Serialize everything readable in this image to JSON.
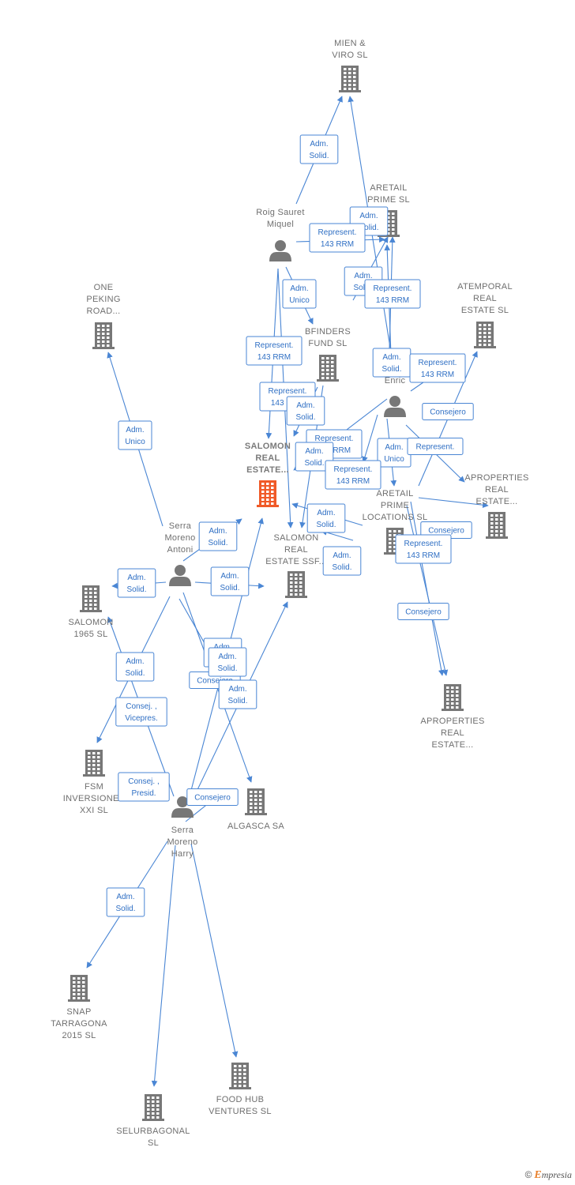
{
  "nodes": [
    {
      "id": "mien",
      "type": "company",
      "lines": [
        "MIEN &",
        "VIRO  SL"
      ]
    },
    {
      "id": "aretail_prime",
      "type": "company",
      "lines": [
        "ARETAIL",
        "PRIME  SL"
      ]
    },
    {
      "id": "roig",
      "type": "person",
      "lines": [
        "Roig Sauret",
        "Miquel"
      ]
    },
    {
      "id": "one_peking",
      "type": "company",
      "lines": [
        "ONE",
        "PEKING",
        "ROAD..."
      ]
    },
    {
      "id": "atemporal",
      "type": "company",
      "lines": [
        "ATEMPORAL",
        "REAL",
        "ESTATE  SL"
      ]
    },
    {
      "id": "bfinders",
      "type": "company",
      "lines": [
        "BFINDERS",
        "FUND  SL"
      ]
    },
    {
      "id": "enric",
      "type": "person",
      "lines": [
        "Enric"
      ]
    },
    {
      "id": "salomon_focus",
      "type": "focus",
      "lines": [
        "SALOMON",
        "REAL",
        "ESTATE..."
      ]
    },
    {
      "id": "aproperties1",
      "type": "company",
      "lines": [
        "APROPERTIES",
        "REAL",
        "ESTATE..."
      ]
    },
    {
      "id": "aretail_locations",
      "type": "company",
      "lines": [
        "ARETAIL",
        "PRIME",
        "LOCATIONS  SL"
      ]
    },
    {
      "id": "serra_antoni",
      "type": "person",
      "lines": [
        "Serra",
        "Moreno",
        "Antoni"
      ]
    },
    {
      "id": "salomon_ssf",
      "type": "company",
      "lines": [
        "SALOMON",
        "REAL",
        "ESTATE SSF..."
      ]
    },
    {
      "id": "salomon1965",
      "type": "company",
      "lines": [
        "SALOMON",
        "1965  SL"
      ]
    },
    {
      "id": "aproperties2",
      "type": "company",
      "lines": [
        "APROPERTIES",
        "REAL",
        "ESTATE..."
      ]
    },
    {
      "id": "fsm",
      "type": "company",
      "lines": [
        "FSM",
        "INVERSIONES",
        "XXI  SL"
      ]
    },
    {
      "id": "algasca",
      "type": "company",
      "lines": [
        "ALGASCA SA"
      ]
    },
    {
      "id": "serra_harry",
      "type": "person",
      "lines": [
        "Serra",
        "Moreno",
        "Harry"
      ]
    },
    {
      "id": "snap",
      "type": "company",
      "lines": [
        "SNAP",
        "TARRAGONA",
        "2015  SL"
      ]
    },
    {
      "id": "food_hub",
      "type": "company",
      "lines": [
        "FOOD HUB",
        "VENTURES  SL"
      ]
    },
    {
      "id": "selurbagonal",
      "type": "company",
      "lines": [
        "SELURBAGONAL",
        "SL"
      ]
    }
  ],
  "edge_labels": [
    [
      "Adm.",
      "Solid."
    ],
    [
      "Adm.",
      "Solid."
    ],
    [
      "Represent.",
      "143 RRM"
    ],
    [
      "Adm.",
      "Unico"
    ],
    [
      "Adm.",
      "Solid."
    ],
    [
      "Represent.",
      "143 RRM"
    ],
    [
      "Represent.",
      "143 RRM"
    ],
    [
      "Represent.",
      "143 RRM"
    ],
    [
      "Adm.",
      "Solid."
    ],
    [
      "Represent.",
      "143 RRM"
    ],
    [
      "Adm.",
      "Solid."
    ],
    [
      "Adm.",
      "Solid."
    ],
    [
      "Represent.",
      "143 RRM"
    ],
    [
      "Consejero"
    ],
    [
      "Adm.",
      "Unico"
    ],
    [
      "Represent."
    ],
    [
      "Represent.",
      "143 RRM"
    ],
    [
      "Adm.",
      "Unico"
    ],
    [
      "Adm.",
      "Solid."
    ],
    [
      "Adm.",
      "Solid."
    ],
    [
      "Consejero"
    ],
    [
      "Represent.",
      "143 RRM"
    ],
    [
      "Adm.",
      "Solid."
    ],
    [
      "Adm.",
      "Solid."
    ],
    [
      "Adm.",
      "Solid."
    ],
    [
      "Consejero"
    ],
    [
      "Adm.",
      "Solid."
    ],
    [
      "Adm.",
      "Solid."
    ],
    [
      "Consejero"
    ],
    [
      "Adm.",
      "Solid."
    ],
    [
      "Adm.",
      "Solid."
    ],
    [
      "Consej. ,",
      "Vicepres."
    ],
    [
      "Consej. ,",
      "Presid."
    ],
    [
      "Consejero"
    ],
    [
      "Adm.",
      "Solid."
    ]
  ],
  "colors": {
    "edge": "#4a86d4",
    "node": "#777777",
    "focus": "#f05a28"
  },
  "footer": {
    "symbol": "©",
    "brand_initial": "E",
    "brand_rest": "mpresia"
  }
}
